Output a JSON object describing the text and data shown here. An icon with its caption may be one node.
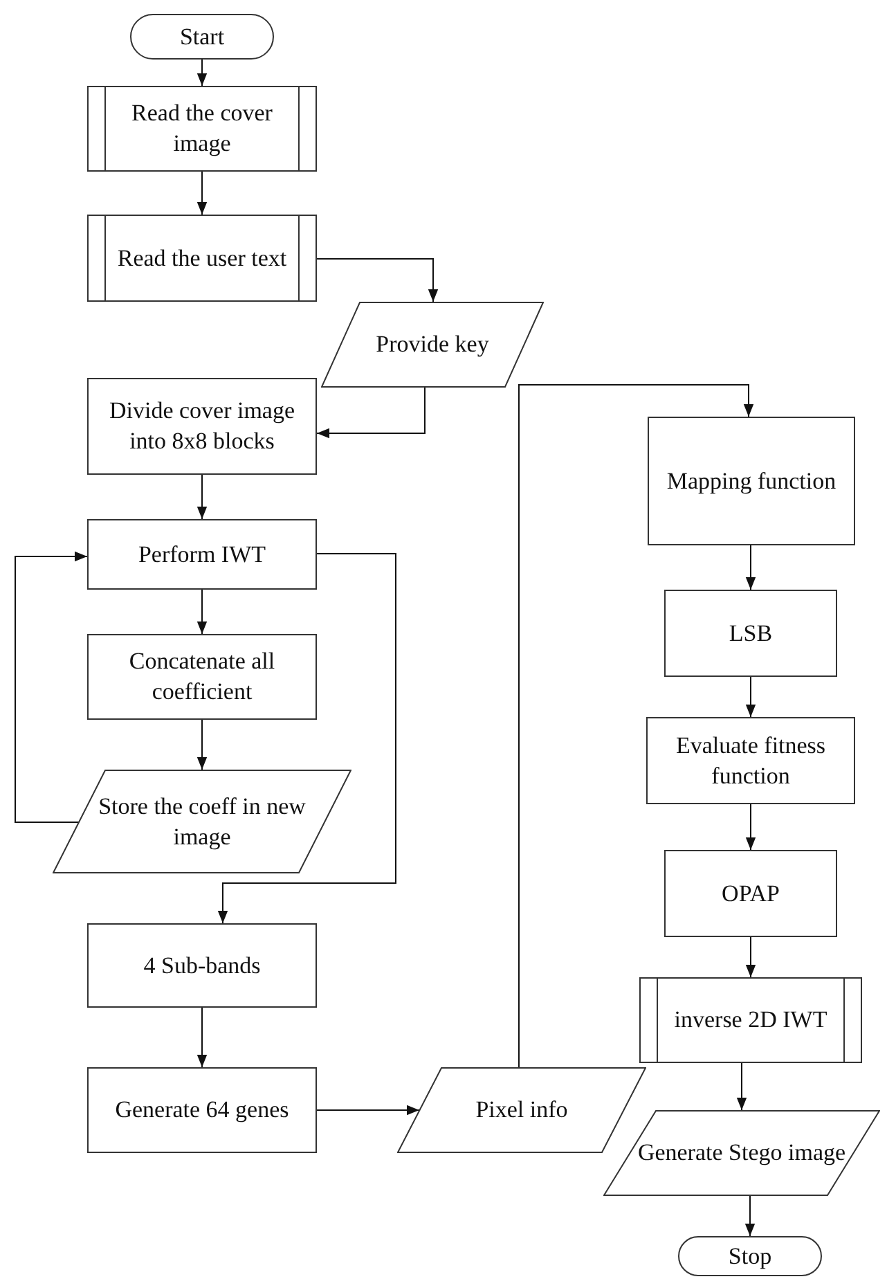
{
  "diagram": {
    "nodes": [
      {
        "text": [
          "Start"
        ]
      },
      {
        "text": [
          "Read the cover image"
        ]
      },
      {
        "text": [
          "Read the user text"
        ]
      },
      {
        "text": [
          "Provide key"
        ]
      },
      {
        "text": [
          "Divide cover image into 8x8 blocks"
        ]
      },
      {
        "text": [
          "Perform IWT"
        ]
      },
      {
        "text": [
          "Concatenate all coefficient"
        ]
      },
      {
        "text": [
          "Store the coeff in new image"
        ]
      },
      {
        "text": [
          "4 Sub-bands"
        ]
      },
      {
        "text": [
          "Generate 64 genes"
        ]
      },
      {
        "text": [
          "Pixel info"
        ]
      },
      {
        "text": [
          "Mapping function"
        ]
      },
      {
        "text": [
          "LSB"
        ]
      },
      {
        "text": [
          "Evaluate fitness function"
        ]
      },
      {
        "text": [
          "OPAP"
        ]
      },
      {
        "text": [
          "inverse 2D IWT"
        ]
      },
      {
        "text": [
          "Generate Stego image"
        ]
      },
      {
        "text": [
          "Stop"
        ]
      }
    ],
    "edges": [
      {
        "from": 0,
        "to": 1,
        "arrow": "to"
      },
      {
        "from": 1,
        "to": 2,
        "arrow": "to"
      },
      {
        "from": 2,
        "to": 3,
        "arrow": "to"
      },
      {
        "from": 3,
        "to": 4,
        "arrow": "to"
      },
      {
        "from": 4,
        "to": 5,
        "arrow": "to"
      },
      {
        "from": 5,
        "to": 6,
        "arrow": "to"
      },
      {
        "from": 6,
        "to": 7,
        "arrow": "to"
      },
      {
        "from": 7,
        "to": 5,
        "arrow": "to"
      },
      {
        "from": 5,
        "to": 8,
        "arrow": "to"
      },
      {
        "from": 8,
        "to": 9,
        "arrow": "to"
      },
      {
        "from": 9,
        "to": 10,
        "arrow": "to"
      },
      {
        "from": 10,
        "to": 11,
        "arrow": "to"
      },
      {
        "from": 11,
        "to": 12,
        "arrow": "to"
      },
      {
        "from": 12,
        "to": 13,
        "arrow": "to"
      },
      {
        "from": 13,
        "to": 14,
        "arrow": "to"
      },
      {
        "from": 14,
        "to": 15,
        "arrow": "to"
      },
      {
        "from": 15,
        "to": 16,
        "arrow": "to"
      },
      {
        "from": 16,
        "to": 17,
        "arrow": "to"
      }
    ]
  }
}
